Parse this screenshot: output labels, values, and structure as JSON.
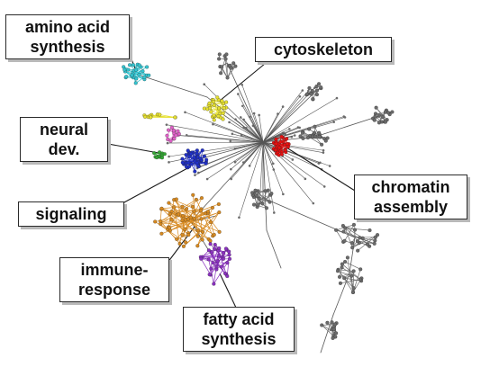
{
  "labels": {
    "amino_acid_synthesis": [
      "amino acid",
      "synthesis"
    ],
    "cytoskeleton": [
      "cytoskeleton"
    ],
    "neural_dev": [
      "neural",
      "dev."
    ],
    "signaling": [
      "signaling"
    ],
    "chromatin_assembly": [
      "chromatin",
      "assembly"
    ],
    "immune_response": [
      "immune-",
      "response"
    ],
    "fatty_acid_synthesis": [
      "fatty acid",
      "synthesis"
    ]
  },
  "colors": {
    "amino_acid_synthesis": "#33c4d0",
    "cytoskeleton": "#e6e030",
    "neural_dev": "#35a835",
    "neural_dev_pink": "#e060c8",
    "signaling": "#2030c8",
    "chromatin_assembly": "#e81010",
    "immune_response": "#d88a20",
    "fatty_acid_synthesis": "#8a30c0",
    "network_edges": "#555555",
    "unlabeled_clusters": "#6b6b6b"
  }
}
